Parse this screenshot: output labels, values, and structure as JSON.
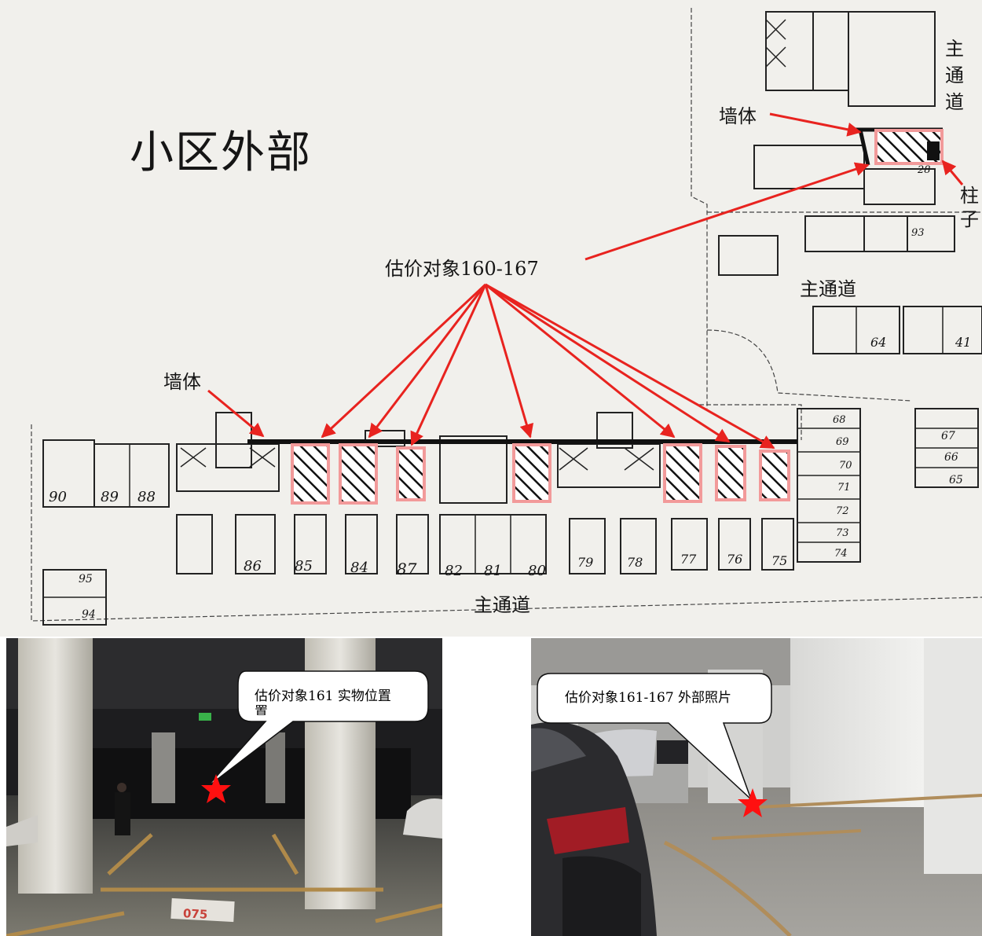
{
  "plan": {
    "area_label": "小区外部",
    "target_label": "估价对象160-167",
    "wall_label_left": "墙体",
    "wall_label_right": "墙体",
    "pillar_label": "柱子",
    "main_road_top": "主通道",
    "main_road_middle": "主通道",
    "main_road_bottom": "主通道",
    "space_numbers": [
      "90",
      "89",
      "88",
      "86",
      "85",
      "84",
      "87",
      "82",
      "81",
      "80",
      "79",
      "78",
      "77",
      "76",
      "75",
      "64",
      "41",
      "66",
      "65",
      "67",
      "68",
      "69",
      "70",
      "71",
      "72",
      "73",
      "74",
      "95",
      "94",
      "93",
      "28"
    ]
  },
  "photos": [
    {
      "caption": "估价对象161 实物位置\n置",
      "marker": "red-star",
      "floor_number": "075"
    },
    {
      "caption": "估价对象161-167 外部照片",
      "marker": "red-star"
    }
  ],
  "colors": {
    "annotation": "#e8231f",
    "target_fill": "#f29a9a",
    "star": "#ff1010"
  }
}
